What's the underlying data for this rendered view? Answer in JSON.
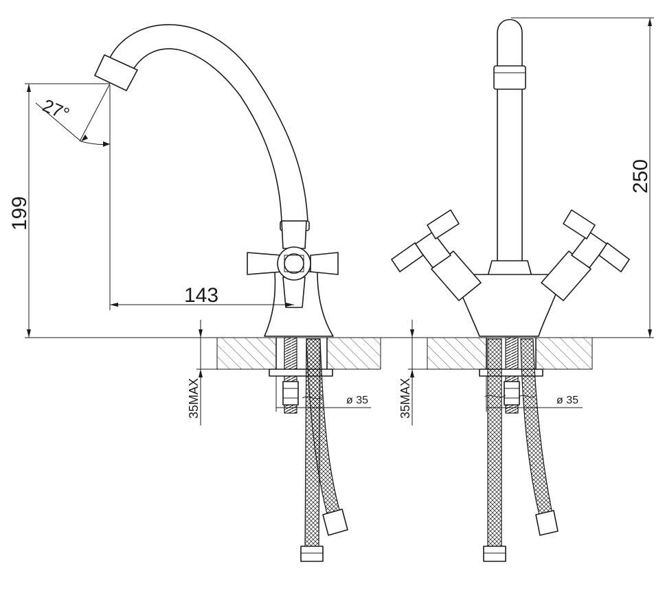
{
  "dimensions": {
    "angle": "27°",
    "height_left": "199",
    "reach": "143",
    "height_right": "250",
    "max_thickness_left": "35MAX",
    "max_thickness_right": "35MAX",
    "hole_diameter_left": "ø 35",
    "hole_diameter_right": "ø 35"
  }
}
